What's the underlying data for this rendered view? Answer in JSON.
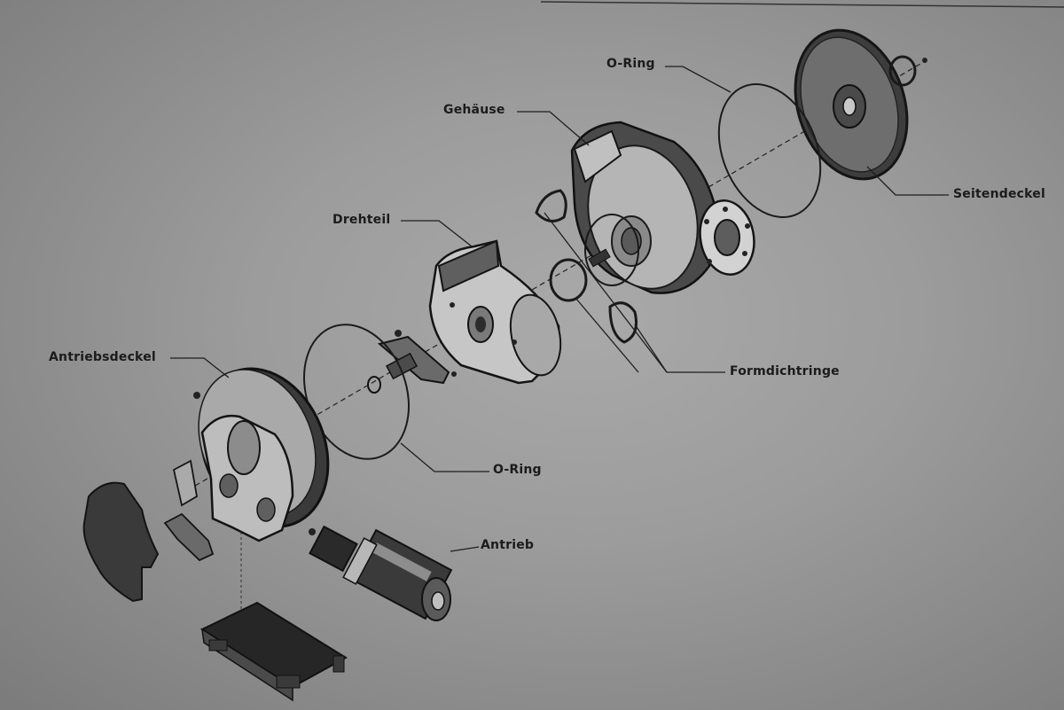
{
  "labels": {
    "o_ring_top": "O-Ring",
    "gehaeuse": "Gehäuse",
    "seitendeckel": "Seitendeckel",
    "drehteil": "Drehteil",
    "antriebsdeckel": "Antriebsdeckel",
    "formdichtringe": "Formdichtringe",
    "o_ring_bottom": "O-Ring",
    "antrieb": "Antrieb"
  },
  "colors": {
    "line": "#1e1e1e",
    "part_dark": "#2a2a2a",
    "part_light": "#c9c9c9",
    "part_mid": "#777777"
  }
}
